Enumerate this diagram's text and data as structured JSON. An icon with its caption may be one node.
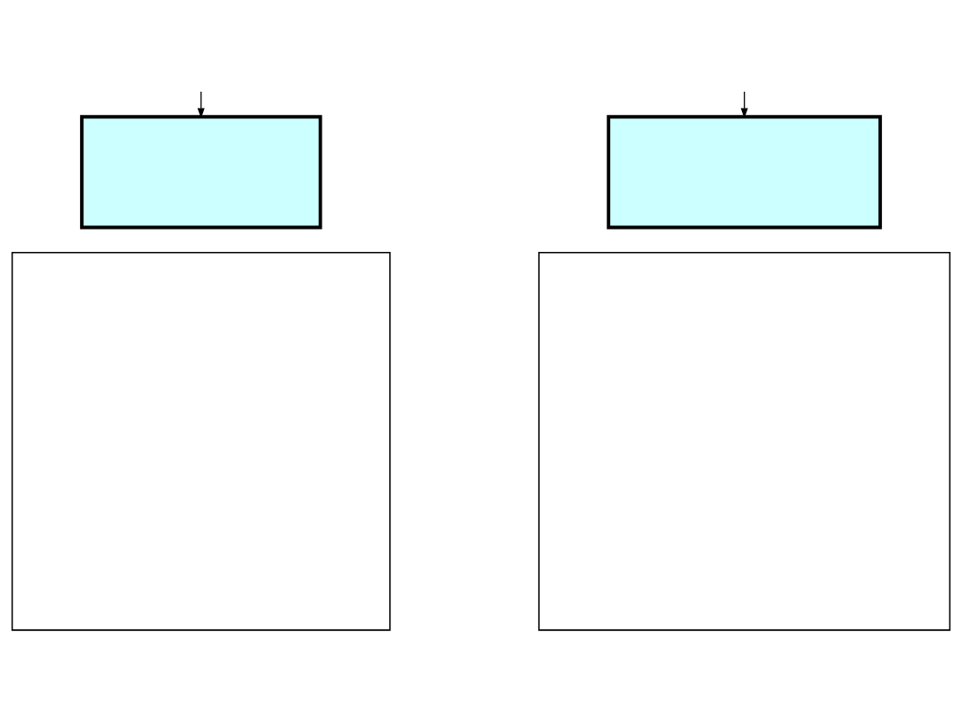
{
  "diagram": {
    "nodes": [
      {
        "text": [],
        "shape": "box"
      },
      {
        "text": [],
        "shape": "box"
      },
      {
        "text": [],
        "shape": "box"
      },
      {
        "text": [],
        "shape": "box"
      }
    ],
    "edges": [
      {
        "from": null,
        "to": 0,
        "arrow": "to"
      },
      {
        "from": null,
        "to": 1,
        "arrow": "to"
      }
    ]
  }
}
